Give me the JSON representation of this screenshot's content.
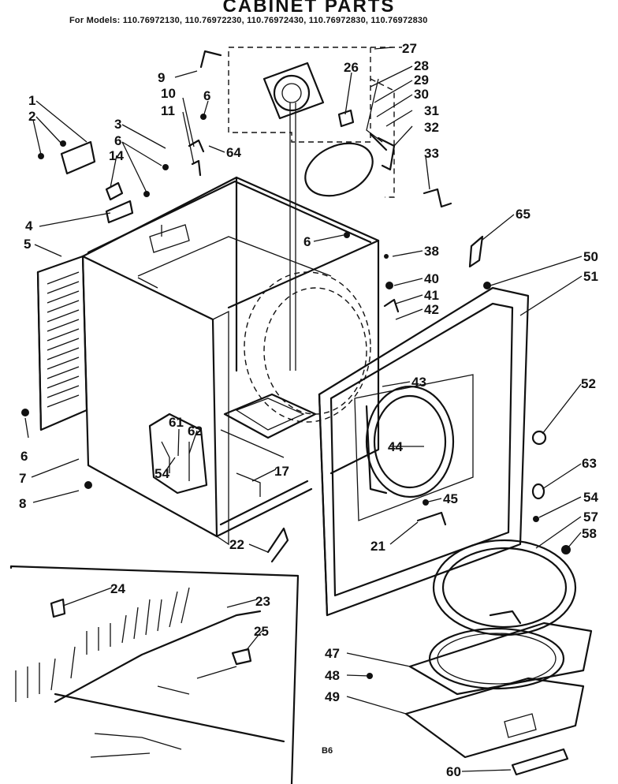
{
  "title": "CABINET PARTS",
  "models_line": "For Models: 110.76972130, 110.76972230, 110.76972430, 110.76972830, 110.76972830",
  "footer_code": "B6",
  "callouts": [
    "1",
    "2",
    "3",
    "4",
    "5",
    "6",
    "6",
    "6",
    "6",
    "7",
    "8",
    "9",
    "10",
    "11",
    "14",
    "17",
    "21",
    "22",
    "23",
    "24",
    "25",
    "26",
    "27",
    "28",
    "29",
    "30",
    "31",
    "32",
    "33",
    "38",
    "40",
    "41",
    "42",
    "43",
    "44",
    "45",
    "47",
    "48",
    "49",
    "50",
    "51",
    "52",
    "54",
    "54",
    "57",
    "58",
    "60",
    "61",
    "62",
    "63",
    "64",
    "65"
  ]
}
